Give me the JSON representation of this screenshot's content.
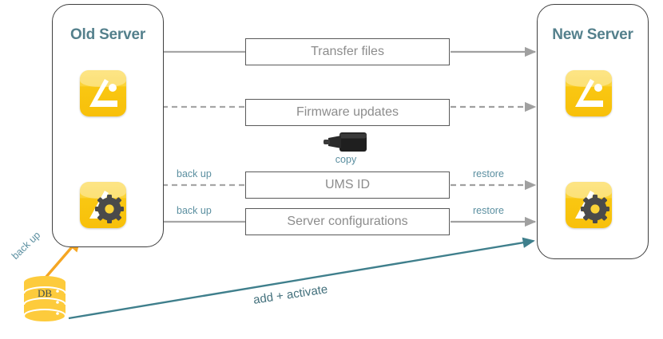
{
  "diagram": {
    "title_old": "Old Server",
    "title_new": "New Server",
    "colors": {
      "server_title": "#54808c",
      "icon_yellow": "#fbd338",
      "orange_arrow": "#f5a623",
      "teal": "#3f7f8c",
      "gray_wire": "#a6a6a6",
      "box_text": "#8c8c8c"
    },
    "rows": [
      {
        "id": "transfer-files",
        "label": "Transfer files",
        "left_label": "",
        "right_label": "",
        "left_style": "solid",
        "right_style": "solid"
      },
      {
        "id": "firmware-updates",
        "label": "Firmware updates",
        "left_label": "",
        "right_label": "",
        "left_style": "dashed",
        "right_style": "dashed"
      },
      {
        "id": "ums-id",
        "label": "UMS ID",
        "left_label": "back up",
        "right_label": "restore",
        "left_style": "dashed",
        "right_style": "dashed"
      },
      {
        "id": "server-configurations",
        "label": "Server configurations",
        "left_label": "back up",
        "right_label": "restore",
        "left_style": "solid",
        "right_style": "solid"
      }
    ],
    "usb": {
      "icon": "usb-dongle-icon",
      "label": "copy"
    },
    "database": {
      "icon": "database-cylinder-icon",
      "label": "DB",
      "backup_label": "back up"
    },
    "bottom_arrow": {
      "label": "add + activate"
    },
    "icons": {
      "app": "igel-app-icon",
      "app_config": "igel-app-config-icon",
      "vertical_arrow": "double-headed-arrow-icon"
    }
  }
}
